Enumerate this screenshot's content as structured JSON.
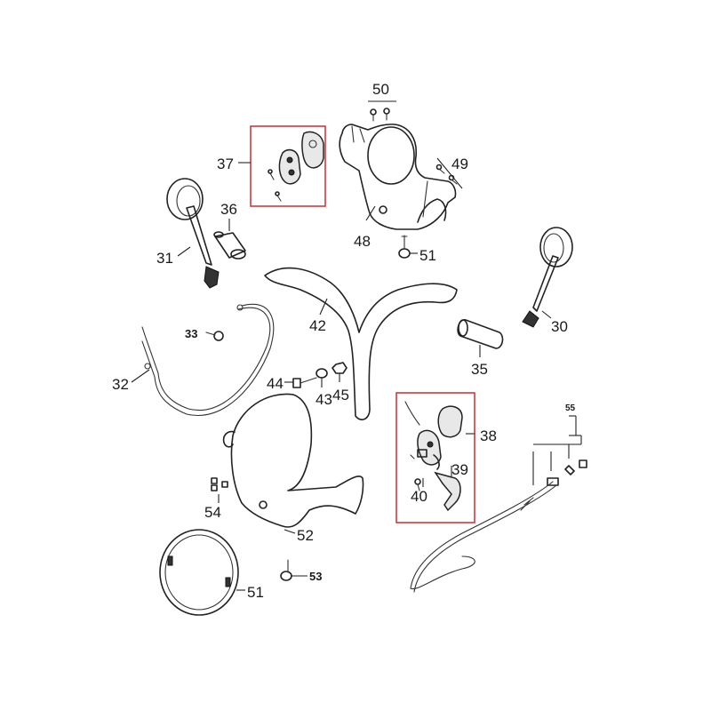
{
  "colors": {
    "highlight_box": "#d0393d",
    "line": "#222222",
    "background": "#ffffff"
  },
  "callouts": {
    "c50": "50",
    "c49": "49",
    "c48": "48",
    "c51a": "51",
    "c37": "37",
    "c36": "36",
    "c31": "31",
    "c30": "30",
    "c42": "42",
    "c35": "35",
    "c33": "33",
    "c32": "32",
    "c44": "44",
    "c43": "43",
    "c45": "45",
    "c38": "38",
    "c39": "39",
    "c40": "40",
    "c55": "55",
    "c54": "54",
    "c52": "52",
    "c53": "53",
    "c51b": "51"
  }
}
